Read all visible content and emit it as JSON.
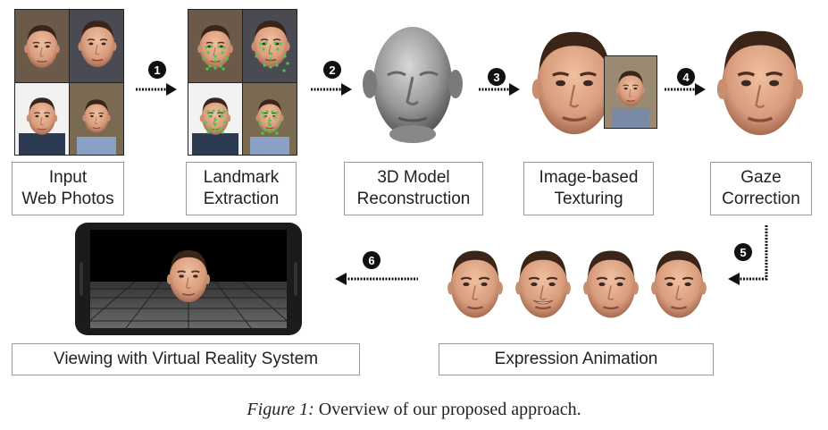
{
  "steps": [
    {
      "number": "1",
      "label_line1": "Input",
      "label_line2": "Web Photos"
    },
    {
      "number": "2",
      "label_line1": "Landmark",
      "label_line2": "Extraction"
    },
    {
      "number": "3",
      "label_line1": "3D Model",
      "label_line2": "Reconstruction"
    },
    {
      "number": "4",
      "label_line1": "Image-based",
      "label_line2": "Texturing"
    },
    {
      "number": "5",
      "label_line1": "Gaze",
      "label_line2": "Correction"
    },
    {
      "number": "6",
      "label_line1": "Expression Animation",
      "label_line2": ""
    },
    {
      "number": "",
      "label_line1": "Viewing with Virtual Reality System",
      "label_line2": ""
    }
  ],
  "caption": {
    "prefix": "Figure 1:",
    "text": " Overview of our proposed approach."
  },
  "colors": {
    "skin": "#d89c7c",
    "hair": "#3a2518",
    "mesh": "#8c8c8c",
    "landmark": "#3fd13f",
    "arrow": "#111111",
    "box_border": "#9a9a9a"
  }
}
